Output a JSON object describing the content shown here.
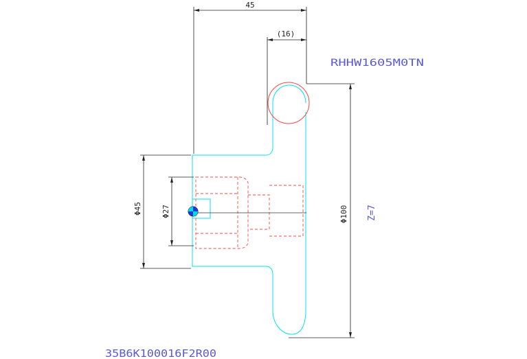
{
  "dimensions": {
    "overall_width": "45",
    "hub_ref": "(16)",
    "bore_outer": "Φ45",
    "bore_inner": "Φ27",
    "pitch_dia": "Φ100"
  },
  "labels": {
    "part_code_top": "RHHW1605M0TN",
    "teeth": "Z=7",
    "part_code_bottom": "35B6K100016F2R00"
  },
  "colors": {
    "outline": "#00e5ee",
    "hidden": "#ff4444",
    "dimension": "#222222",
    "annotation": "#5a5ad8"
  }
}
